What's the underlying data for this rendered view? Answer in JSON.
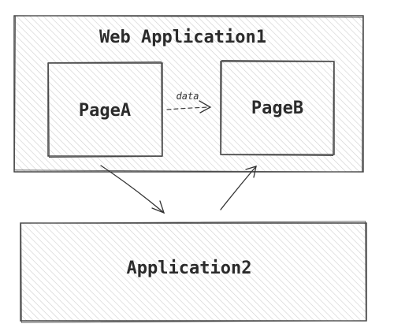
{
  "web_app": {
    "title": "Web Application1"
  },
  "page_a": {
    "label": "PageA"
  },
  "page_b": {
    "label": "PageB"
  },
  "data_edge": {
    "label": "data"
  },
  "app2": {
    "label": "Application2"
  },
  "colors": {
    "stroke": "#3a3a3a",
    "hatch": "#c9c9c9",
    "background": "#ffffff"
  }
}
